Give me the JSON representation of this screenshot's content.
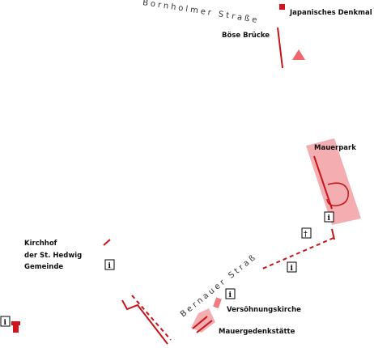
{
  "colors": {
    "wall": "#c9141b",
    "area": "#f2a0a5",
    "marker": "#e8262c",
    "text": "#111111"
  },
  "streets": {
    "bornholmer": "Bornholmer Straße",
    "bernauer": "Bernauer Straße"
  },
  "labels": {
    "japanisches_denkmal": "Japanisches Denkmal",
    "boese_bruecke": "Böse Brücke",
    "mauerpark": "Mauerpark",
    "kirchhof_line1": "Kirchhof",
    "kirchhof_line2": "der St. Hedwig",
    "kirchhof_line3": "Gemeinde",
    "versoehnungskirche": "Versöhnungskirche",
    "mauergedenkstaette": "Mauergedenkstätte"
  },
  "icons": {
    "info": "i",
    "cross": "†"
  }
}
